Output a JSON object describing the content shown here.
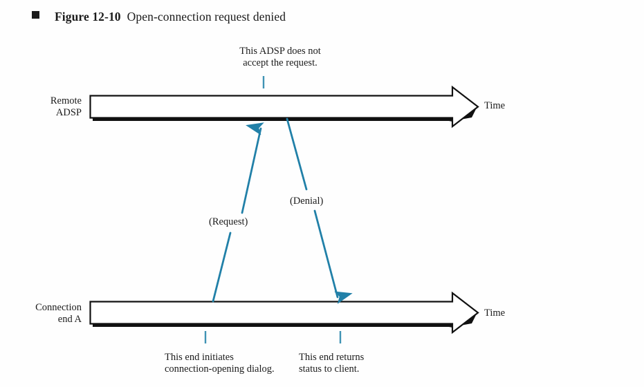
{
  "caption": {
    "bullet": "square-bullet",
    "figure_number": "Figure 12-10",
    "figure_title": "Open-connection request denied"
  },
  "colors": {
    "ink": "#1b1b1b",
    "arrow_blue": "#2180a8",
    "tick_blue": "#3f93b4",
    "background": "#fefefe"
  },
  "diagram": {
    "type": "sequence-timeline",
    "axes": [
      {
        "id": "remote-adsp",
        "label_line1": "Remote",
        "label_line2": "ADSP",
        "end_label": "Time"
      },
      {
        "id": "connection-end-a",
        "label_line1": "Connection",
        "label_line2": "end A",
        "end_label": "Time"
      }
    ],
    "messages": [
      {
        "id": "request",
        "label": "(Request)",
        "direction": "up-right",
        "from_axis": "connection-end-a",
        "to_axis": "remote-adsp"
      },
      {
        "id": "denial",
        "label": "(Denial)",
        "direction": "down-right",
        "from_axis": "remote-adsp",
        "to_axis": "connection-end-a"
      }
    ],
    "annotations": [
      {
        "id": "top-note",
        "line1": "This ADSP does not",
        "line2": "accept the request.",
        "attached_to": "remote-adsp",
        "position": "above"
      },
      {
        "id": "initiate-note",
        "line1": "This end initiates",
        "line2": "connection-opening dialog.",
        "attached_to": "connection-end-a",
        "position": "below"
      },
      {
        "id": "status-note",
        "line1": "This end returns",
        "line2": "status to client.",
        "attached_to": "connection-end-a",
        "position": "below"
      }
    ]
  }
}
